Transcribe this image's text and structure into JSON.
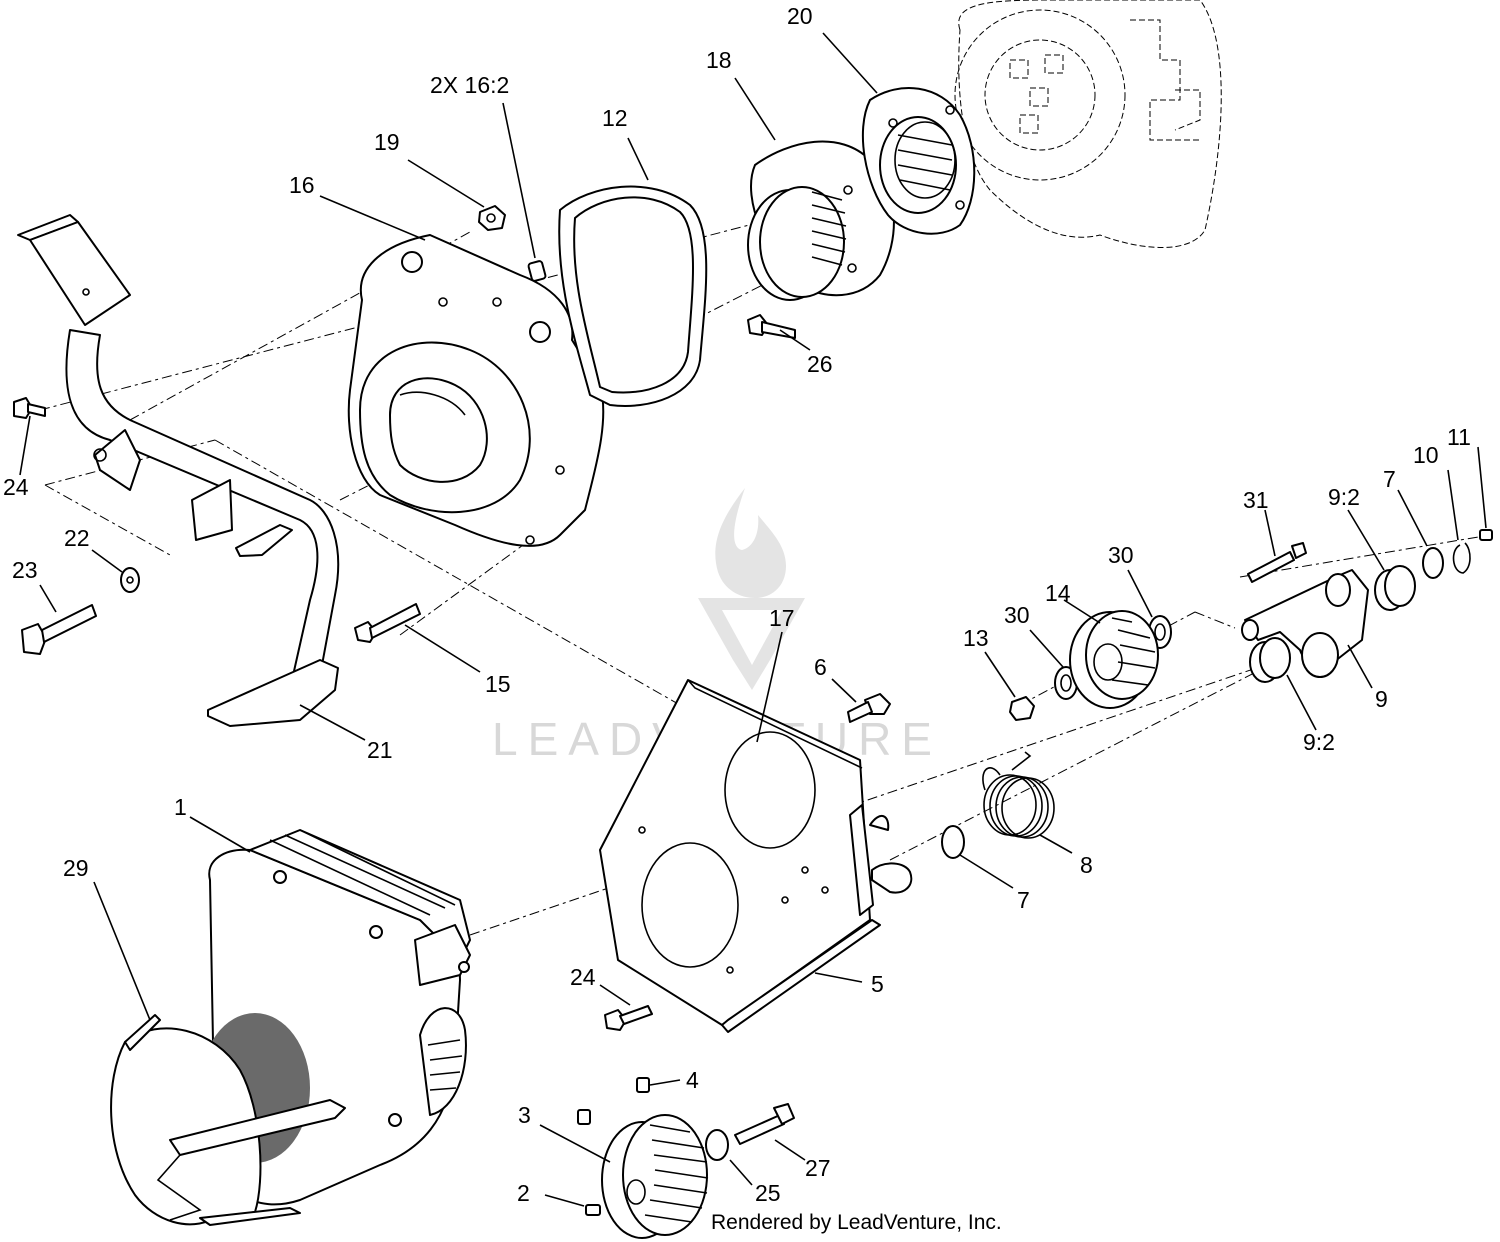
{
  "diagram": {
    "footer": "Rendered by LeadVenture, Inc.",
    "watermark": "LEADVENTURE",
    "callouts": {
      "c20": "20",
      "c18": "18",
      "c2x16": "2X 16:2",
      "c12": "12",
      "c19": "19",
      "c16": "16",
      "c26": "26",
      "c24a": "24",
      "c22": "22",
      "c23": "23",
      "c15": "15",
      "c21": "21",
      "c17": "17",
      "c6": "6",
      "c31": "31",
      "c92a": "9:2",
      "c7a": "7",
      "c10": "10",
      "c11": "11",
      "c30a": "30",
      "c14": "14",
      "c30b": "30",
      "c13": "13",
      "c9": "9",
      "c92b": "9:2",
      "c8": "8",
      "c7b": "7",
      "c1": "1",
      "c29": "29",
      "c24b": "24",
      "c5": "5",
      "c4": "4",
      "c3": "3",
      "c27": "27",
      "c25": "25",
      "c2": "2"
    }
  }
}
